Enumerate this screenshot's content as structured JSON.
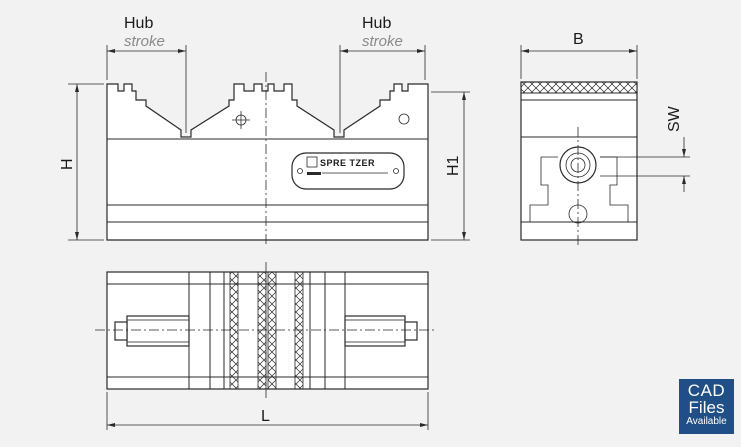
{
  "labels": {
    "hub_left": "Hub",
    "stroke_left": "stroke",
    "hub_right": "Hub",
    "stroke_right": "stroke",
    "B": "B",
    "SW": "SW",
    "H": "H",
    "H1": "H1",
    "L": "L"
  },
  "brand_plate": "SPRE TZER",
  "badge": {
    "line1": "CAD",
    "line2": "Files",
    "line3": "Available"
  },
  "colors": {
    "badge_background": "#1f4f86",
    "line": "#2a2a2a",
    "page_background": "#f2f2f2"
  }
}
